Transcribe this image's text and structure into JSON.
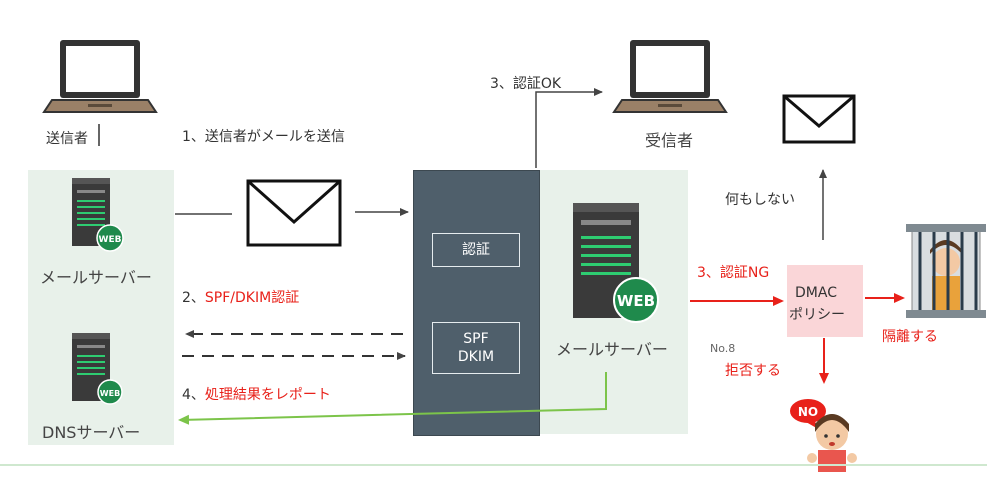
{
  "labels": {
    "sender": "送信者",
    "step1": "1、送信者がメールを送信",
    "mail_server_left": "メールサーバー",
    "step2_prefix": "2、",
    "step2_red": "SPF/DKIM認証",
    "dns_server": "DNSサーバー",
    "step4_prefix": "4、",
    "step4_red": "処理結果をレポート",
    "step3_ok": "3、認証OK",
    "receiver": "受信者",
    "auth_box": "認証",
    "spf": "SPF",
    "dkim": "DKIM",
    "mail_server_right": "メールサーバー",
    "nothing": "何もしない",
    "step3_ng": "3、認証NG",
    "dmac_line1": "DMAC",
    "dmac_line2": "ポリシー",
    "quarantine": "隔離する",
    "reject": "拒否する",
    "no_label": "No.8",
    "no_bubble": "NO",
    "web_badge": "WEB"
  },
  "colors": {
    "panel_green": "#e8f1ea",
    "gateway": "#4f5f6b",
    "dmac_pink": "#fad6d8",
    "red": "#e8211a",
    "green_line": "#7cc44a",
    "arrow_dark": "#444444"
  }
}
